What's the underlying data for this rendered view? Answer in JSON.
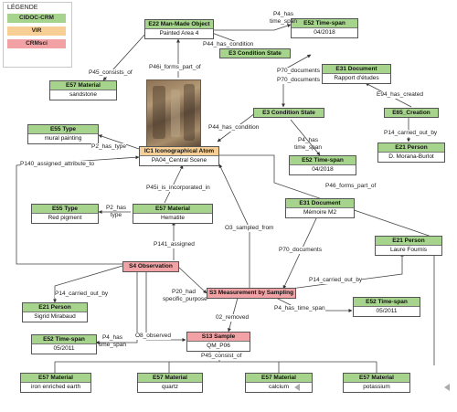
{
  "legend": {
    "title": "LÉGENDE",
    "items": [
      {
        "label": "CIDOC-CRM",
        "color": "#a6d48c"
      },
      {
        "label": "VIR",
        "color": "#f7cf95"
      },
      {
        "label": "CRMsci",
        "color": "#f2a2a4"
      }
    ]
  },
  "nodes": {
    "e22": {
      "header": "E22 Man-Made Object",
      "value": "Painted Area 4"
    },
    "e52_top": {
      "header": "E52 Time-span",
      "value": "04/2018"
    },
    "e3_top": {
      "header": "E3 Condition State",
      "value": ""
    },
    "e57_sandstone": {
      "header": "E57 Material",
      "value": "sandstone"
    },
    "e31_rapport": {
      "header": "E31 Document",
      "value": "Rapport d'études"
    },
    "e3_mid": {
      "header": "E3 Condition State",
      "value": ""
    },
    "e55_mural": {
      "header": "E55 Type",
      "value": "mural painting"
    },
    "e65": {
      "header": "E65_Creation",
      "value": ""
    },
    "ic1": {
      "header": "IC1 Iconographical Atom",
      "value": "PA04_Central Scene"
    },
    "e52_mid": {
      "header": "E52 Time-span",
      "value": "04/2018"
    },
    "e21_morana": {
      "header": "E21 Person",
      "value": "D. Morana-Burlot"
    },
    "e55_red": {
      "header": "E55 Type",
      "value": "Red pigment"
    },
    "e57_hematite": {
      "header": "E57 Material",
      "value": "Hematite"
    },
    "e31_memoire": {
      "header": "E31 Document",
      "value": "Mémoire M2"
    },
    "e21_fournis": {
      "header": "E21 Person",
      "value": "Laure Fournis"
    },
    "s4": {
      "header": "S4 Observation",
      "value": ""
    },
    "s3": {
      "header": "S3 Measurement by Sampling",
      "value": ""
    },
    "e21_sigrid": {
      "header": "E21 Person",
      "value": "Sigrid Mirabaud"
    },
    "e52_right": {
      "header": "E52 Time-span",
      "value": "05/2011"
    },
    "e52_left": {
      "header": "E52 Time-span",
      "value": "05/2011"
    },
    "s13": {
      "header": "S13 Sample",
      "value": "QM_P06"
    },
    "mat_iron": {
      "header": "E57 Material",
      "value": "iron enriched earth"
    },
    "mat_quartz": {
      "header": "E57 Material",
      "value": "quartz"
    },
    "mat_calcium": {
      "header": "E57 Material",
      "value": "calcium"
    },
    "mat_potassium": {
      "header": "E57 Material",
      "value": "potassium"
    }
  },
  "edges": {
    "p4_top": "P4_has time_span",
    "p44_top": "P44_has_condition",
    "p45_sandstone": "P45_consists_of",
    "p46i": "P46i_forms_part_of",
    "p70_a": "P70_documents",
    "p70_b": "P70_documents",
    "e94": "E94_has_created",
    "p44_mid": "P44_has_condition",
    "p4_mid": "P4_has time_span",
    "p2_mural": "P2_has_type",
    "p14_morana": "P14_carried_out_by",
    "p140": "P140_assigned_attribute_to",
    "p46_right": "P46_forms_part_of",
    "p45i": "P45i_is_incorporated_in",
    "p2_red": "P2_has type",
    "o3": "O3_sampled_from",
    "p141": "P141_assigned",
    "p70_memoire": "P70_documents",
    "p14_fournis": "P14_carried_out_by",
    "p14_sigrid": "P14_carried_out_by",
    "p20": "P20_had specific_purpose",
    "p4_s3": "P4_has_time_span",
    "o2": "02_removed",
    "p4_s4": "P4_has time_span",
    "o8": "O8_observed",
    "p45_sample": "P45_consist_of"
  }
}
